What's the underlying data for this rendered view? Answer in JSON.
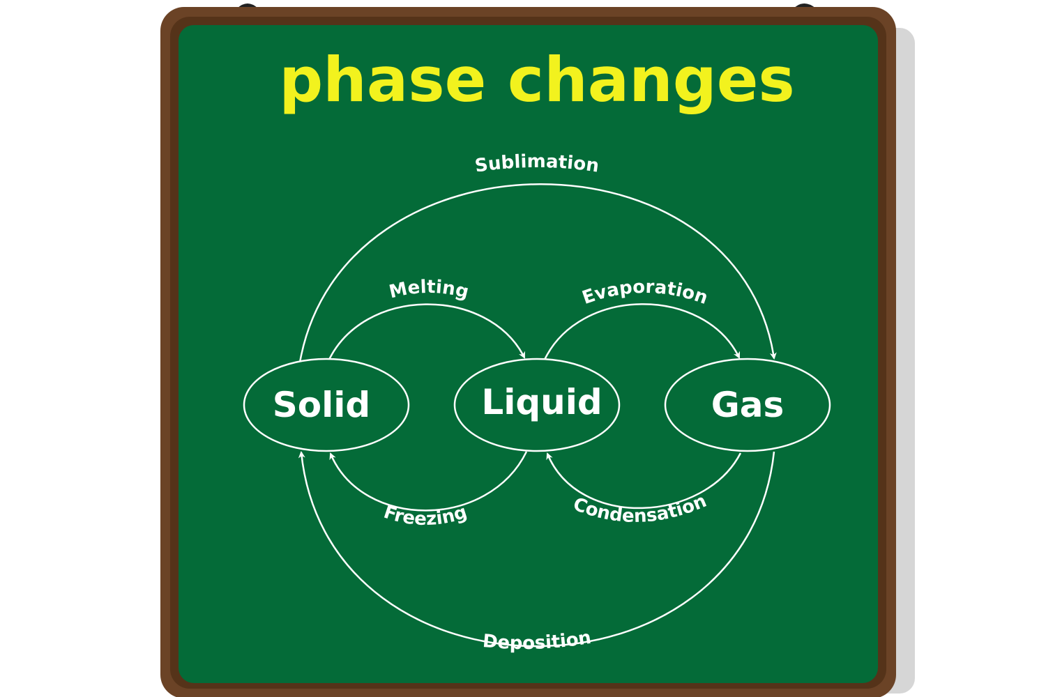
{
  "title": "phase changes",
  "states": {
    "solid": "Solid",
    "liquid": "Liquid",
    "gas": "Gas"
  },
  "processes": {
    "sublimation": "Sublimation",
    "melting": "Melting",
    "evaporation": "Evaporation",
    "freezing": "Freezing",
    "condensation": "Condensation",
    "deposition": "Deposition"
  },
  "colors": {
    "board": "#046b38",
    "frame": "#6b4326",
    "title": "#f2f21e",
    "chalk": "#ffffff"
  }
}
